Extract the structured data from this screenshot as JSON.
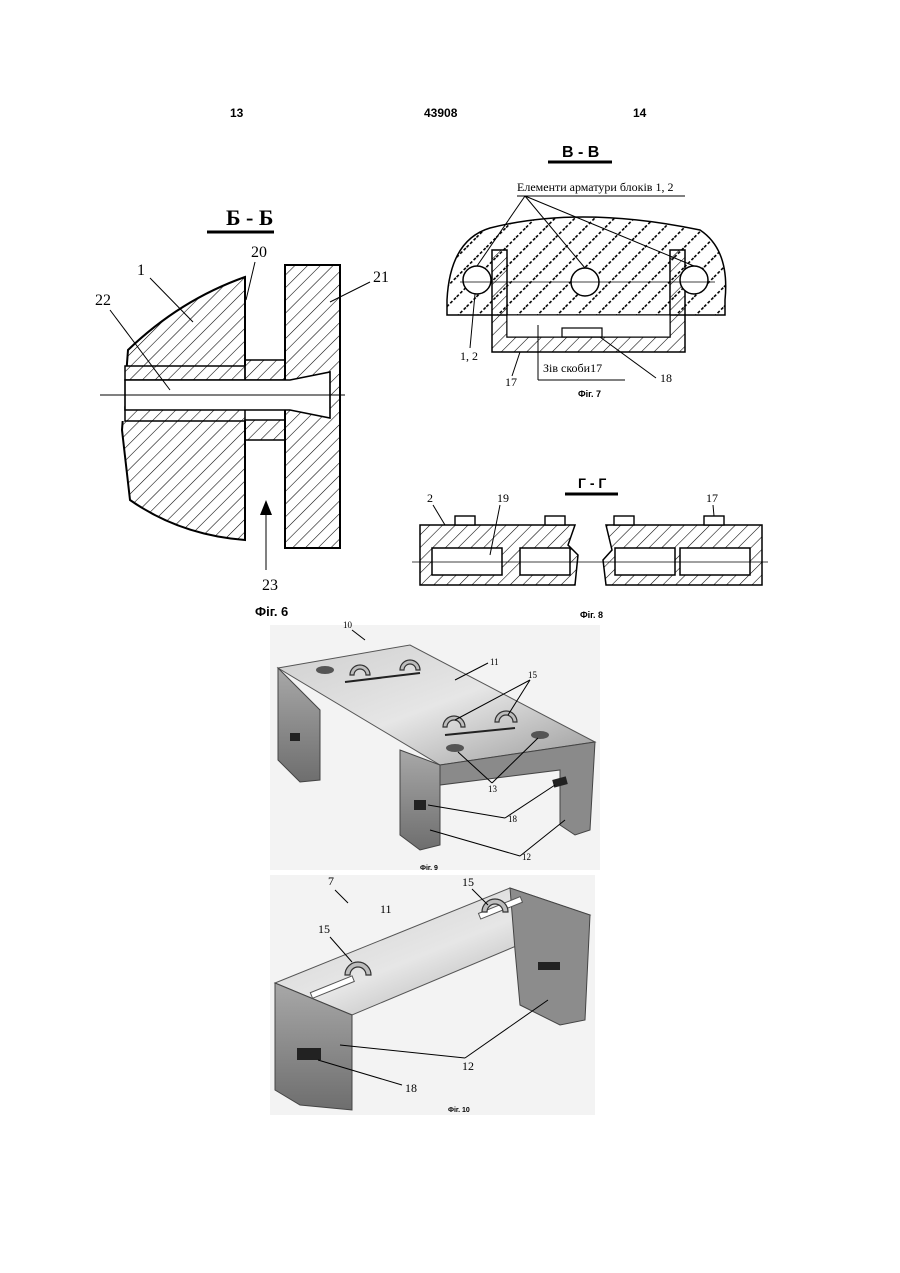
{
  "header": {
    "page_left": "13",
    "patent_number": "43908",
    "page_right": "14"
  },
  "fig6": {
    "section_title": "Б - Б",
    "caption": "Фіг. 6",
    "labels": {
      "l1": "1",
      "l20": "20",
      "l21": "21",
      "l22": "22",
      "l23": "23"
    }
  },
  "fig7": {
    "section_title": "В - В",
    "caption": "Фіг. 7",
    "callout_top": "Елементи арматури блоків 1, 2",
    "callout_bottom": "Зів скоби17",
    "labels": {
      "l12": "1, 2",
      "l17": "17",
      "l18": "18"
    }
  },
  "fig8": {
    "section_title": "Г - Г",
    "caption": "Фіг. 8",
    "labels": {
      "l2": "2",
      "l19": "19",
      "l17": "17"
    }
  },
  "fig9": {
    "caption": "Фіг. 9",
    "labels": {
      "l10": "10",
      "l11": "11",
      "l15": "15",
      "l13": "13",
      "l18": "18",
      "l12": "12"
    }
  },
  "fig10": {
    "caption": "Фіг. 10",
    "labels": {
      "l7": "7",
      "l11": "11",
      "l15a": "15",
      "l15b": "15",
      "l12": "12",
      "l18": "18"
    }
  }
}
